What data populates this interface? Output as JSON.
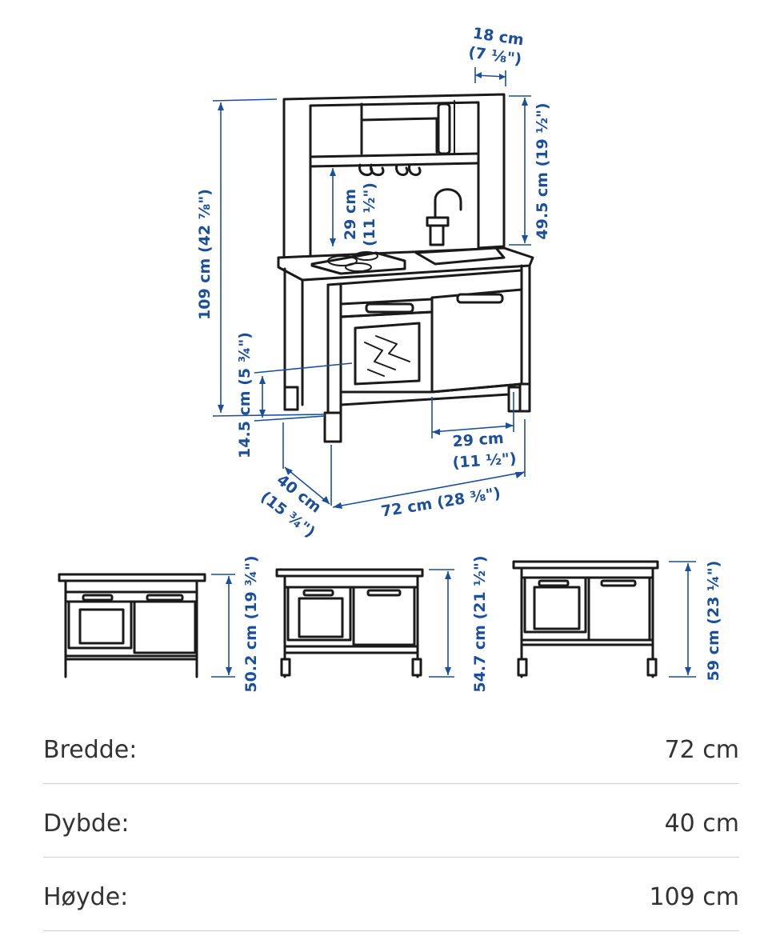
{
  "diagram": {
    "main_view": {
      "depth_top": "18 cm",
      "depth_top_in": "(7 ⅛\")",
      "upper_height": "49.5 cm (19 ½\")",
      "hook_clearance": "29 cm",
      "hook_clearance_in": "(11 ½\")",
      "total_height": "109 cm (42 ⅞\")",
      "base_height": "14.5 cm (5 ¾\")",
      "door_width": "29 cm",
      "door_width_in": "(11 ½\")",
      "depth": "40 cm",
      "depth_in": "(15 ¾\")",
      "width": "72 cm (28 ⅜\")"
    },
    "small_views": [
      {
        "height": "50.2 cm (19 ¾\")"
      },
      {
        "height": "54.7 cm (21 ½\")"
      },
      {
        "height": "59 cm (23 ¼\")"
      }
    ]
  },
  "specs": [
    {
      "label": "Bredde:",
      "value": "72 cm"
    },
    {
      "label": "Dybde:",
      "value": "40 cm"
    },
    {
      "label": "Høyde:",
      "value": "109 cm"
    }
  ]
}
